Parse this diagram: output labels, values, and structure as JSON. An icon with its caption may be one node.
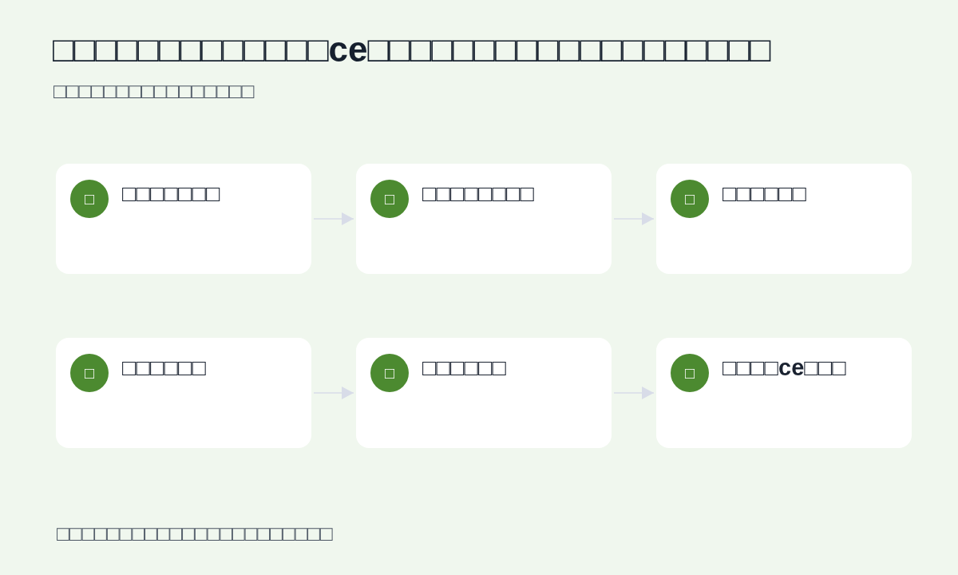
{
  "diagram": {
    "title": "□□□□□□□□□□□□□ce□□□□□□□□□□□□□□□□□□□",
    "nodes": [
      {
        "text": [
          "□□□□□□□"
        ]
      },
      {
        "text": [
          "□"
        ],
        "in": 0
      },
      {
        "text": [
          "□□□□□□□□"
        ]
      },
      {
        "text": [
          "□"
        ],
        "in": 2
      },
      {
        "text": [
          "□□□□□□"
        ]
      },
      {
        "text": [
          "□"
        ],
        "in": 4
      },
      {
        "text": [
          "□□□□□□"
        ]
      },
      {
        "text": [
          "□"
        ],
        "in": 6
      },
      {
        "text": [
          "□□□□□□"
        ]
      },
      {
        "text": [
          "□"
        ],
        "in": 8
      },
      {
        "text": [
          "□□□□ce□□□"
        ]
      },
      {
        "text": [
          "□"
        ],
        "in": 10
      }
    ],
    "edges": [
      {
        "from": 0,
        "to": 2,
        "arrow": "to"
      },
      {
        "from": 2,
        "to": 4,
        "arrow": "to"
      },
      {
        "from": 6,
        "to": 8,
        "arrow": "to"
      },
      {
        "from": 8,
        "to": 10,
        "arrow": "to"
      }
    ],
    "labels": [
      "□□□□□□□□□□□□□□□□"
    ],
    "caption": "□□□□□□□□□□□□□□□□□□□□□□"
  }
}
